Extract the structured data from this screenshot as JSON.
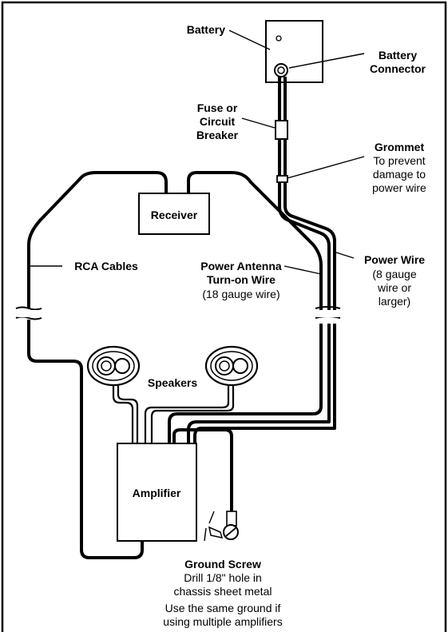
{
  "labels": {
    "battery": "Battery",
    "battery_connector_1": "Battery",
    "battery_connector_2": "Connector",
    "fuse_1": "Fuse or",
    "fuse_2": "Circuit",
    "fuse_3": "Breaker",
    "grommet_title": "Grommet",
    "grommet_1": "To prevent",
    "grommet_2": "damage to",
    "grommet_3": "power wire",
    "receiver": "Receiver",
    "rca_cables": "RCA Cables",
    "antenna_1": "Power Antenna",
    "antenna_2": "Turn-on Wire",
    "antenna_3": "(18 gauge wire)",
    "power_wire": "Power Wire",
    "power_1": "(8 gauge",
    "power_2": "wire or",
    "power_3": "larger)",
    "speakers": "Speakers",
    "amplifier": "Amplifier",
    "ground_title": "Ground Screw",
    "ground_1": "Drill 1/8\" hole in",
    "ground_2": "chassis sheet metal",
    "ground_3": "Use the same ground if",
    "ground_4": "using multiple amplifiers"
  }
}
